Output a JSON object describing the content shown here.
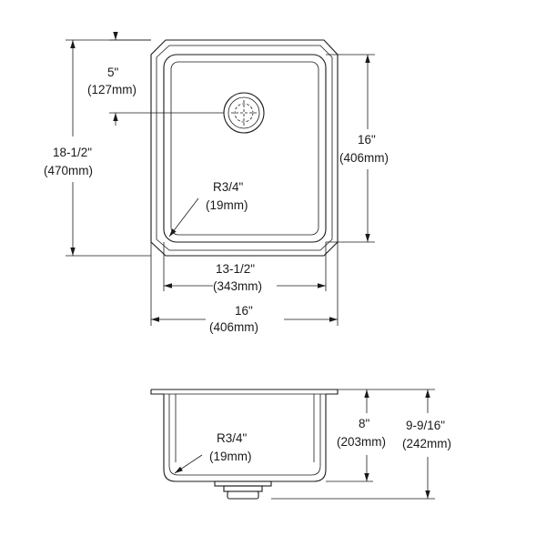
{
  "top_view": {
    "offset_in": "5\"",
    "offset_mm": "(127mm)",
    "overall_depth_in": "18-1/2\"",
    "overall_depth_mm": "(470mm)",
    "bowl_depth_in": "16\"",
    "bowl_depth_mm": "(406mm)",
    "corner_radius_in": "R3/4\"",
    "corner_radius_mm": "(19mm)",
    "bowl_width_in": "13-1/2\"",
    "bowl_width_mm": "(343mm)",
    "overall_width_in": "16\"",
    "overall_width_mm": "(406mm)"
  },
  "side_view": {
    "corner_radius_in": "R3/4\"",
    "corner_radius_mm": "(19mm)",
    "bowl_height_in": "8\"",
    "bowl_height_mm": "(203mm)",
    "overall_height_in": "9-9/16\"",
    "overall_height_mm": "(242mm)"
  }
}
